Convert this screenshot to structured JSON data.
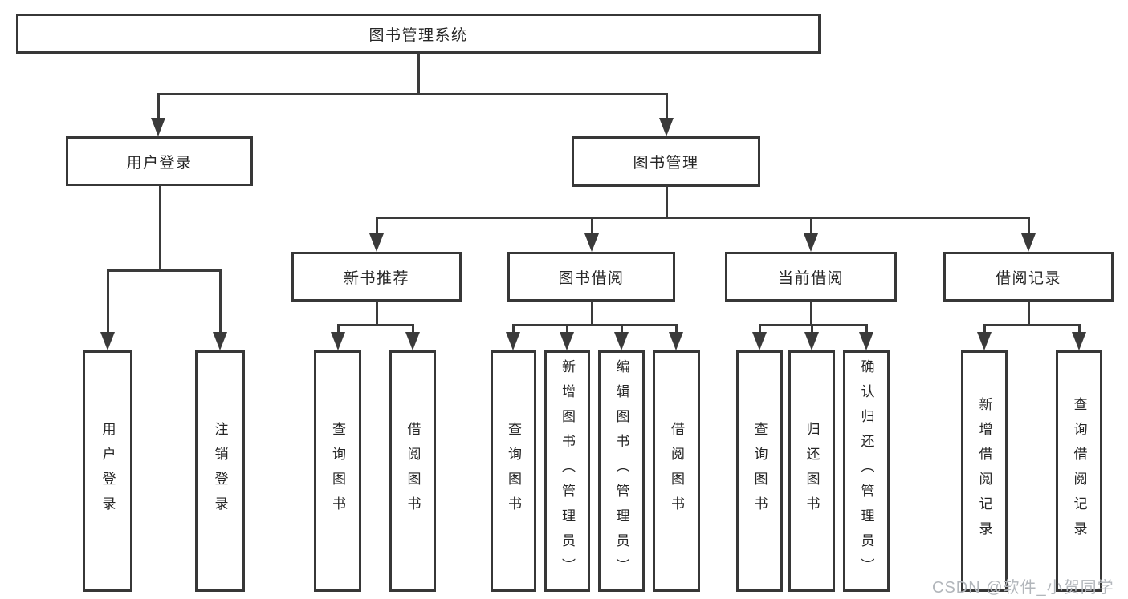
{
  "diagram": {
    "root": {
      "label": "图书管理系统"
    },
    "level2": [
      {
        "id": "user-login",
        "label": "用户登录"
      },
      {
        "id": "book-management",
        "label": "图书管理"
      }
    ],
    "level3": [
      {
        "id": "new-book-recommend",
        "label": "新书推荐"
      },
      {
        "id": "book-borrowing",
        "label": "图书借阅"
      },
      {
        "id": "current-borrowing",
        "label": "当前借阅"
      },
      {
        "id": "borrowing-records",
        "label": "借阅记录"
      }
    ],
    "leaves": {
      "user_login": [
        "用户登录",
        "注销登录"
      ],
      "new_book_recommend": [
        "查询图书",
        "借阅图书"
      ],
      "book_borrowing": [
        "查询图书",
        "新增图书（管理员）",
        "编辑图书（管理员）",
        "借阅图书"
      ],
      "current_borrowing": [
        "查询图书",
        "归还图书",
        "确认归还（管理员）"
      ],
      "borrowing_records": [
        "新增借阅记录",
        "查询借阅记录"
      ]
    }
  },
  "watermark": "CSDN @软件_小贺同学",
  "colors": {
    "line": "#3a3a3a",
    "box_border": "#373737",
    "text": "#262626",
    "watermark": "#b2b6bb"
  }
}
